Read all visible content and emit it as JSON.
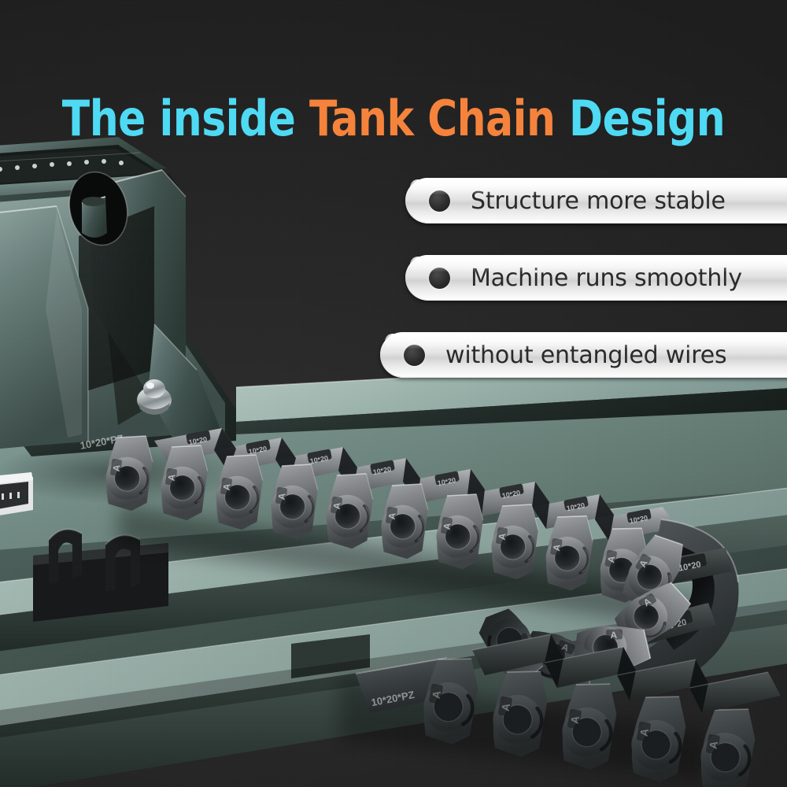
{
  "meta": {
    "background_color": "#252525",
    "accent_cyan": "#4fdaf4",
    "accent_orange": "#f5833c",
    "machine_green": "#3a4a44",
    "machine_light_green": "#9eb7b0",
    "chain_gray": "#6d6e70"
  },
  "title": {
    "part1": "The inside ",
    "part2": "Tank Chain",
    "part3": " Design",
    "full": "The inside Tank Chain Design"
  },
  "features": [
    {
      "bullet": "bullet-dot",
      "label": "Structure more stable"
    },
    {
      "bullet": "bullet-dot",
      "label": "Machine runs smoothly"
    },
    {
      "bullet": "bullet-dot",
      "label": "without entangled wires"
    }
  ],
  "product": {
    "type": "cnc-laser-engraver-gantry",
    "chain_markings": {
      "crossbar_text": "10*20",
      "link_text": "A",
      "rail_text": "10*20*PZ"
    },
    "parts": [
      {
        "name": "gantry-head",
        "color": "#3a4a44"
      },
      {
        "name": "linear-rail",
        "color": "#2a3833"
      },
      {
        "name": "bed-frame",
        "color": "#9eb7b0"
      },
      {
        "name": "drag-chain-upper",
        "color": "#6d6e70"
      },
      {
        "name": "drag-chain-lower",
        "color": "#3a3f3d"
      },
      {
        "name": "cable-clip",
        "color": "#1c1c1c"
      },
      {
        "name": "wire-connector",
        "color": "#d8d8d8"
      },
      {
        "name": "ball-screw-knob",
        "color": "#b9bfc1"
      }
    ]
  }
}
